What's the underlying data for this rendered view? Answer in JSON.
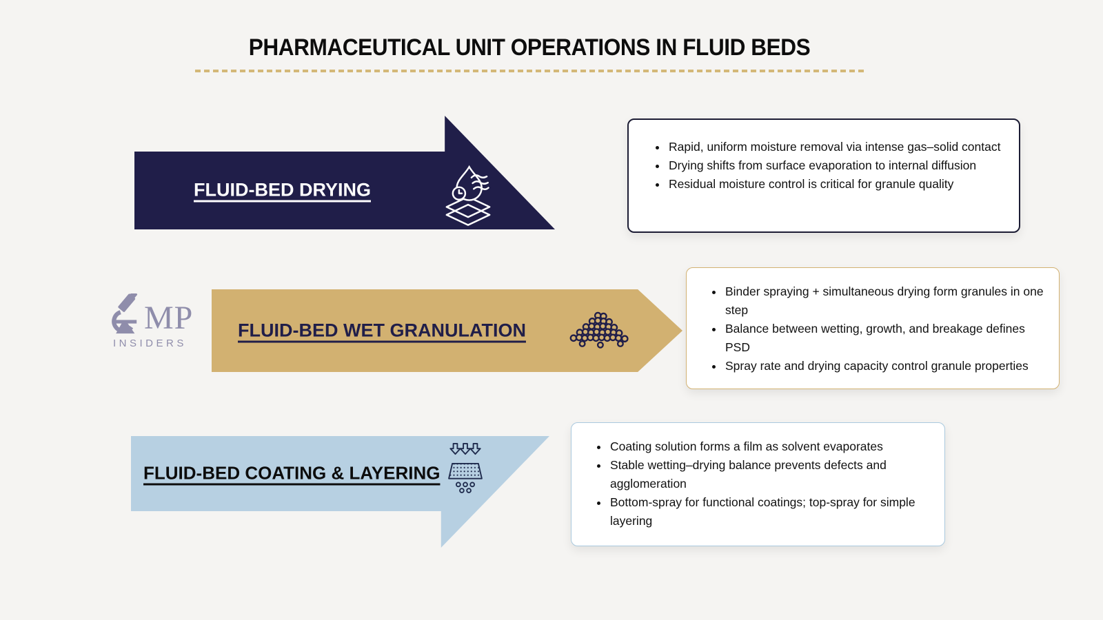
{
  "title": "PHARMACEUTICAL UNIT OPERATIONS IN FLUID BEDS",
  "colors": {
    "background": "#f5f4f2",
    "title_text": "#0d0d0d",
    "dash": "#d4b878",
    "navy": "#201e49",
    "gold": "#d2b171",
    "light_blue": "#b7d0e2",
    "box_bg": "#ffffff",
    "box1_border": "#1c1c34",
    "box2_border": "#d2b171",
    "box3_border": "#a9c9de",
    "bullet_text": "#111111",
    "label_light": "#ffffff",
    "label_navy": "#201e49",
    "label_black": "#0c0c0c",
    "logo": "#8f8dab",
    "icon_dark": "#1f2b4d"
  },
  "logo": {
    "icon": "microscope-icon",
    "letters": "MP",
    "subtitle": "INSIDERS"
  },
  "rows": [
    {
      "label": "FLUID-BED DRYING",
      "icon": "drying-icon",
      "bullets": [
        "Rapid, uniform moisture removal via intense gas–solid contact",
        "Drying shifts from surface evaporation to internal diffusion",
        "Residual moisture control is critical for granule quality"
      ]
    },
    {
      "label": "FLUID-BED WET GRANULATION",
      "icon": "granules-icon",
      "bullets": [
        "Binder spraying + simultaneous drying form granules in one step",
        "Balance between wetting, growth, and breakage defines PSD",
        "Spray rate and drying capacity control granule properties"
      ]
    },
    {
      "label": "FLUID-BED COATING & LAYERING",
      "icon": "coating-icon",
      "bullets": [
        "Coating solution forms a film as solvent evaporates",
        "Stable wetting–drying balance prevents defects and agglomeration",
        "Bottom-spray for functional coatings; top-spray for simple layering"
      ]
    }
  ]
}
